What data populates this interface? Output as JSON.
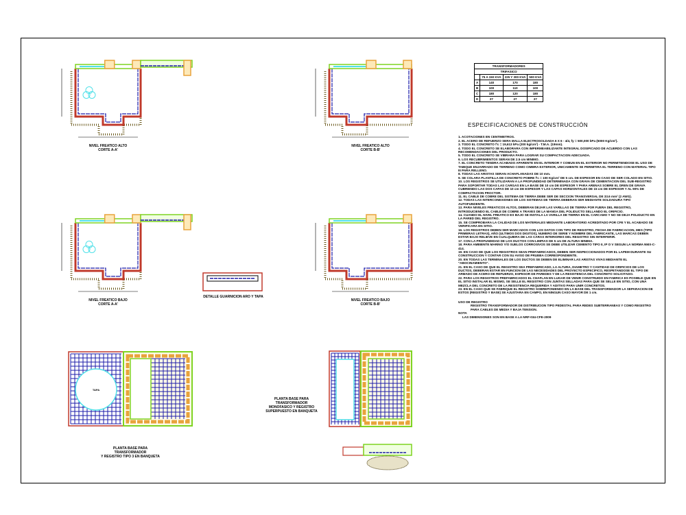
{
  "table": {
    "title": "TRANSFORMADORES",
    "subtitle": "TRIFASICO",
    "columns": [
      "",
      "75 A 150 KVA",
      "225 Y 300 KVA",
      "500 KVA"
    ],
    "rows": [
      [
        "A",
        "140",
        "170",
        "180"
      ],
      [
        "B",
        "100",
        "110",
        "100"
      ],
      [
        "C",
        "180",
        "120",
        "180"
      ],
      [
        "D",
        "27",
        "27",
        "27"
      ]
    ]
  },
  "spec": {
    "title": "ESPECIFICACIONES DE CONSTRUCCIÓN",
    "items": [
      "1. ACOTACIONES EN CENTIMETROS.",
      "2. EL ACERO DE REFUERZO SERA MALLA ELECTROSOLDADA 6 X 6 - 4/4, fy = 500,000 kPa (5000 Kg/cm²).",
      "3. TODO EL CONCRETO f'c = 19,613 kPa (200 kg/cm²) - T.M.A. (19mm).",
      "4. TODO EL CONCRETO SE ELABORARA CON IMPERMEABILIZANTE INTEGRAL DOSIFICADO DE ACUERDO CON LAS RECOMENDACIONES DEL PRODUCTO.",
      "5. TODO EL CONCRETO SE VIBRARA PARA LOGRAR SU COMPACTACION ADECUADA.",
      "6. LOS RECUBRIMIENTOS SERAN DE 2.5 cm MINIMO.",
      "7. EL CONCRETO TENDRA ACABADO APARENTE EN EL INTERIOR Y COMUN EN EL EXTERIOR NO PERMITIENDOSE EL USO DE TABIQUE ENJARRADO DE TERRENO COMO CIMBRA EXTERIOR, UNICAMENTE SE PERMITIRA EL TERRENO CON MATERIAL TIPO III PARA RELLENO.",
      "8. TODAS LAS ARISTAS SERAN ACHAFLANADAS DE 10 mm.",
      "9. SE COLARA PLANTILLA DE CONCRETO POBRE f'c = 100 Kg/cm² DE 5 cm. DE ESPESOR EN CASO DE SER COLADO EN SITIO.",
      "10. LOS REGISTROS SE UTILIZARAN A LA PROFUNDIDAD DETERMINADA CON GRAVA DE CEMENTACION DEL SUB-REGISTRO PARA SOPORTAR TODAS LAS CARGAS EN LA BASE DE 10 cm DE ESPESOR Y PARA ARENAS SOBRE EL DREN DE GRAVA CUBRIENDO LAS DOS CAPAS DE 10 cm DE ESPESOR Y LAS CAPAS HORIZONTALES DE 15 cm DE ESPESOR Y AL 90% DE COMPACTACION PROCTOR.",
      "11. EL CABLE DE COBRE DEL SISTEMA DE TIERRA DEBE SER DE SECCION TRANSVERSAL DE 33.6 mm² (2 AWG).",
      "12. TODAS LAS INTERCONEXIONES DE LOS SISTEMAS DE TIERRA DEBERAN SER MEDIANTE SOLDADURA TIPO AUTOFUNDENTE.",
      "13. PARA NIVELES FREATICOS ALTOS, DEBERAN DEJAR LAS VARILLAS DE TIERRA POR FUERA DEL REGISTRO, INTRODUCIENDO EL CABLE DE COBRE A TRAVES DE LA MANGA DEL POLIDUCTO SELLANDO EL ORIFICIO.",
      "14. CUANDO EL NIVEL FREATICO ES BAJO SE INSTALA LA VARILLA DE TIERRA EN EL CARCAMO Y NO SE DEJA POLIDUCTO EN LA PARED DEL REGISTRO.",
      "15. SE COMPROBARA LA CALIDAD DE LOS MATERIALES MEDIANTE LABORATORIO ACREDITADO POR CFE Y EL ACABADO SE VERIFICARA EN SITIO.",
      "16. LOS REGISTROS DEBEN SER MARCADOS CON LOS DATOS CON TIPO DE REGISTRO, FECHA DE FABRICACION, MES (TIPO PRIMERAS LETRAS), AÑO (ULTIMOS DOS DIGITOS), NUMERO DE SERIE Y NOMBRE DEL FABRICANTE, LAS MARCAS DEBEN ESTAR BAJO RELIEVE EN CUALQUIERA DE LAS CARAS INTERIORES DEL REGISTRO SIN INTERFERIR.",
      "17. CON LA PROFUNDIDAD DE LOS DUCTOS CON LIMPIAS DE 5 cm DE ALTURA MINIMA.",
      "18. PARA AMBIENTE MARINO Y/O SUELOS CORROSIVOS SE DEBE UTILIZAR CEMENTO TIPO II, IP O V SEGUN LA NORMA NMX-C-414.",
      "19. EN CASO DE QUE LOS REGISTROS SEAN PREFABRICADOS, DEBEN SER INSPECCIONADOS POR EL LAPEM DURANTE SU CONSTRUCCION Y CONTAR CON SU AVISO DE PRUEBA CORRESPONDIENTE.",
      "20. EN TODAS LAS TERMINALES DE LOS DUCTOS SE DEBEN DE ELIMINAR LAS ARISTAS VIVAS MEDIANTE EL \"ABOCINAMIENTO\".",
      "21. EN EL CASO DE QUE EL REGISTRO SEA PREFABRICADO, LA ALTURA, DIAMETRO Y CANTIDAD DE ORIFICIOS DE LOS DUCTOS, DEBERAN ESTAR EN FUNCION DE LAS NECESIDADES DEL PROYECTO ESPECIFICO, RESPETANDOSE EL TIPO DE ARMADO DE ACERO DE REFUERZO, ESPESOR DE PAREDES Y DE LA RESISTENCIA DEL CONCRETO SOLICITADO.",
      "22. PARA LOS REGISTROS PREFABRICADOS EL CHAFLAN EN LUGAR DE VENIR CONSTRUIDO EN FABRICA ES POSIBLE QUE EN EL SITIO INSTALAR EL MISMO, SE SELLE EL REGISTRO CON JUNTAS SELLADAS PARA QUE SE SELLE EN SITIO, CON UNA MEZCLA DEL CONCRETO DE LA RESISTENCIA REQUERIDA Y ADITIVO PARA UNIR CONCRETOS.",
      "23. EN EL CASO QUE SE FABRIQUE EL REGISTRO SOBREPONIENDO EN LA BASE DEL TRANSFORMADOR LA SEPARACION DE ESTOS (REGISTRO Y BASE) SE AJUSTARA EN CAMPO, EN NINGUN CASO MAYOR DE 1 cm."
    ],
    "use_title": "USO DE REGISTRO",
    "use_text": "REGISTRO TRANSFORMADOR DE DISTRIBUCION TIPO PEDESTAL PARA REDES SUBTERRANEAS Y COMO REGISTRO PARA CABLES DE MEDIA Y BAJA TENSION.",
    "note_title": "NOTA",
    "note_text": "LAS DIMENSIONES SON EN BASE A LA NRF-034-CFE-2009"
  },
  "drawings": {
    "section_1": "NIVEL FREATICO ALTO\nCORTE A-A'",
    "section_2": "NIVEL FREATICO ALTO\nCORTE B-B'",
    "section_3": "NIVEL FREATICO BAJO\nCORTE A-A'",
    "section_4": "NIVEL FREATICO BAJO\nCORTE B-B'",
    "detail": "DETALLE GUARNICION ARO Y TAPA",
    "plan_1": "PLANTA BASE PARA\nTRANSFORMADOR\nY REGISTRO TIPO 3 EN BANQUETA",
    "plan_2": "PLANTA BASE PARA\nTRANSFORMADOR\nMONOFASICO Y REGISTRO\nSUPERPUESTO EN BANQUETA",
    "circle_label": "TAPA"
  },
  "colors": {
    "concrete": "#c0392b",
    "rebar": "#1a1aa8",
    "frame": "#7ed321",
    "lid": "#e8a33c",
    "duct": "#4fe0e8",
    "ink": "#000000"
  }
}
